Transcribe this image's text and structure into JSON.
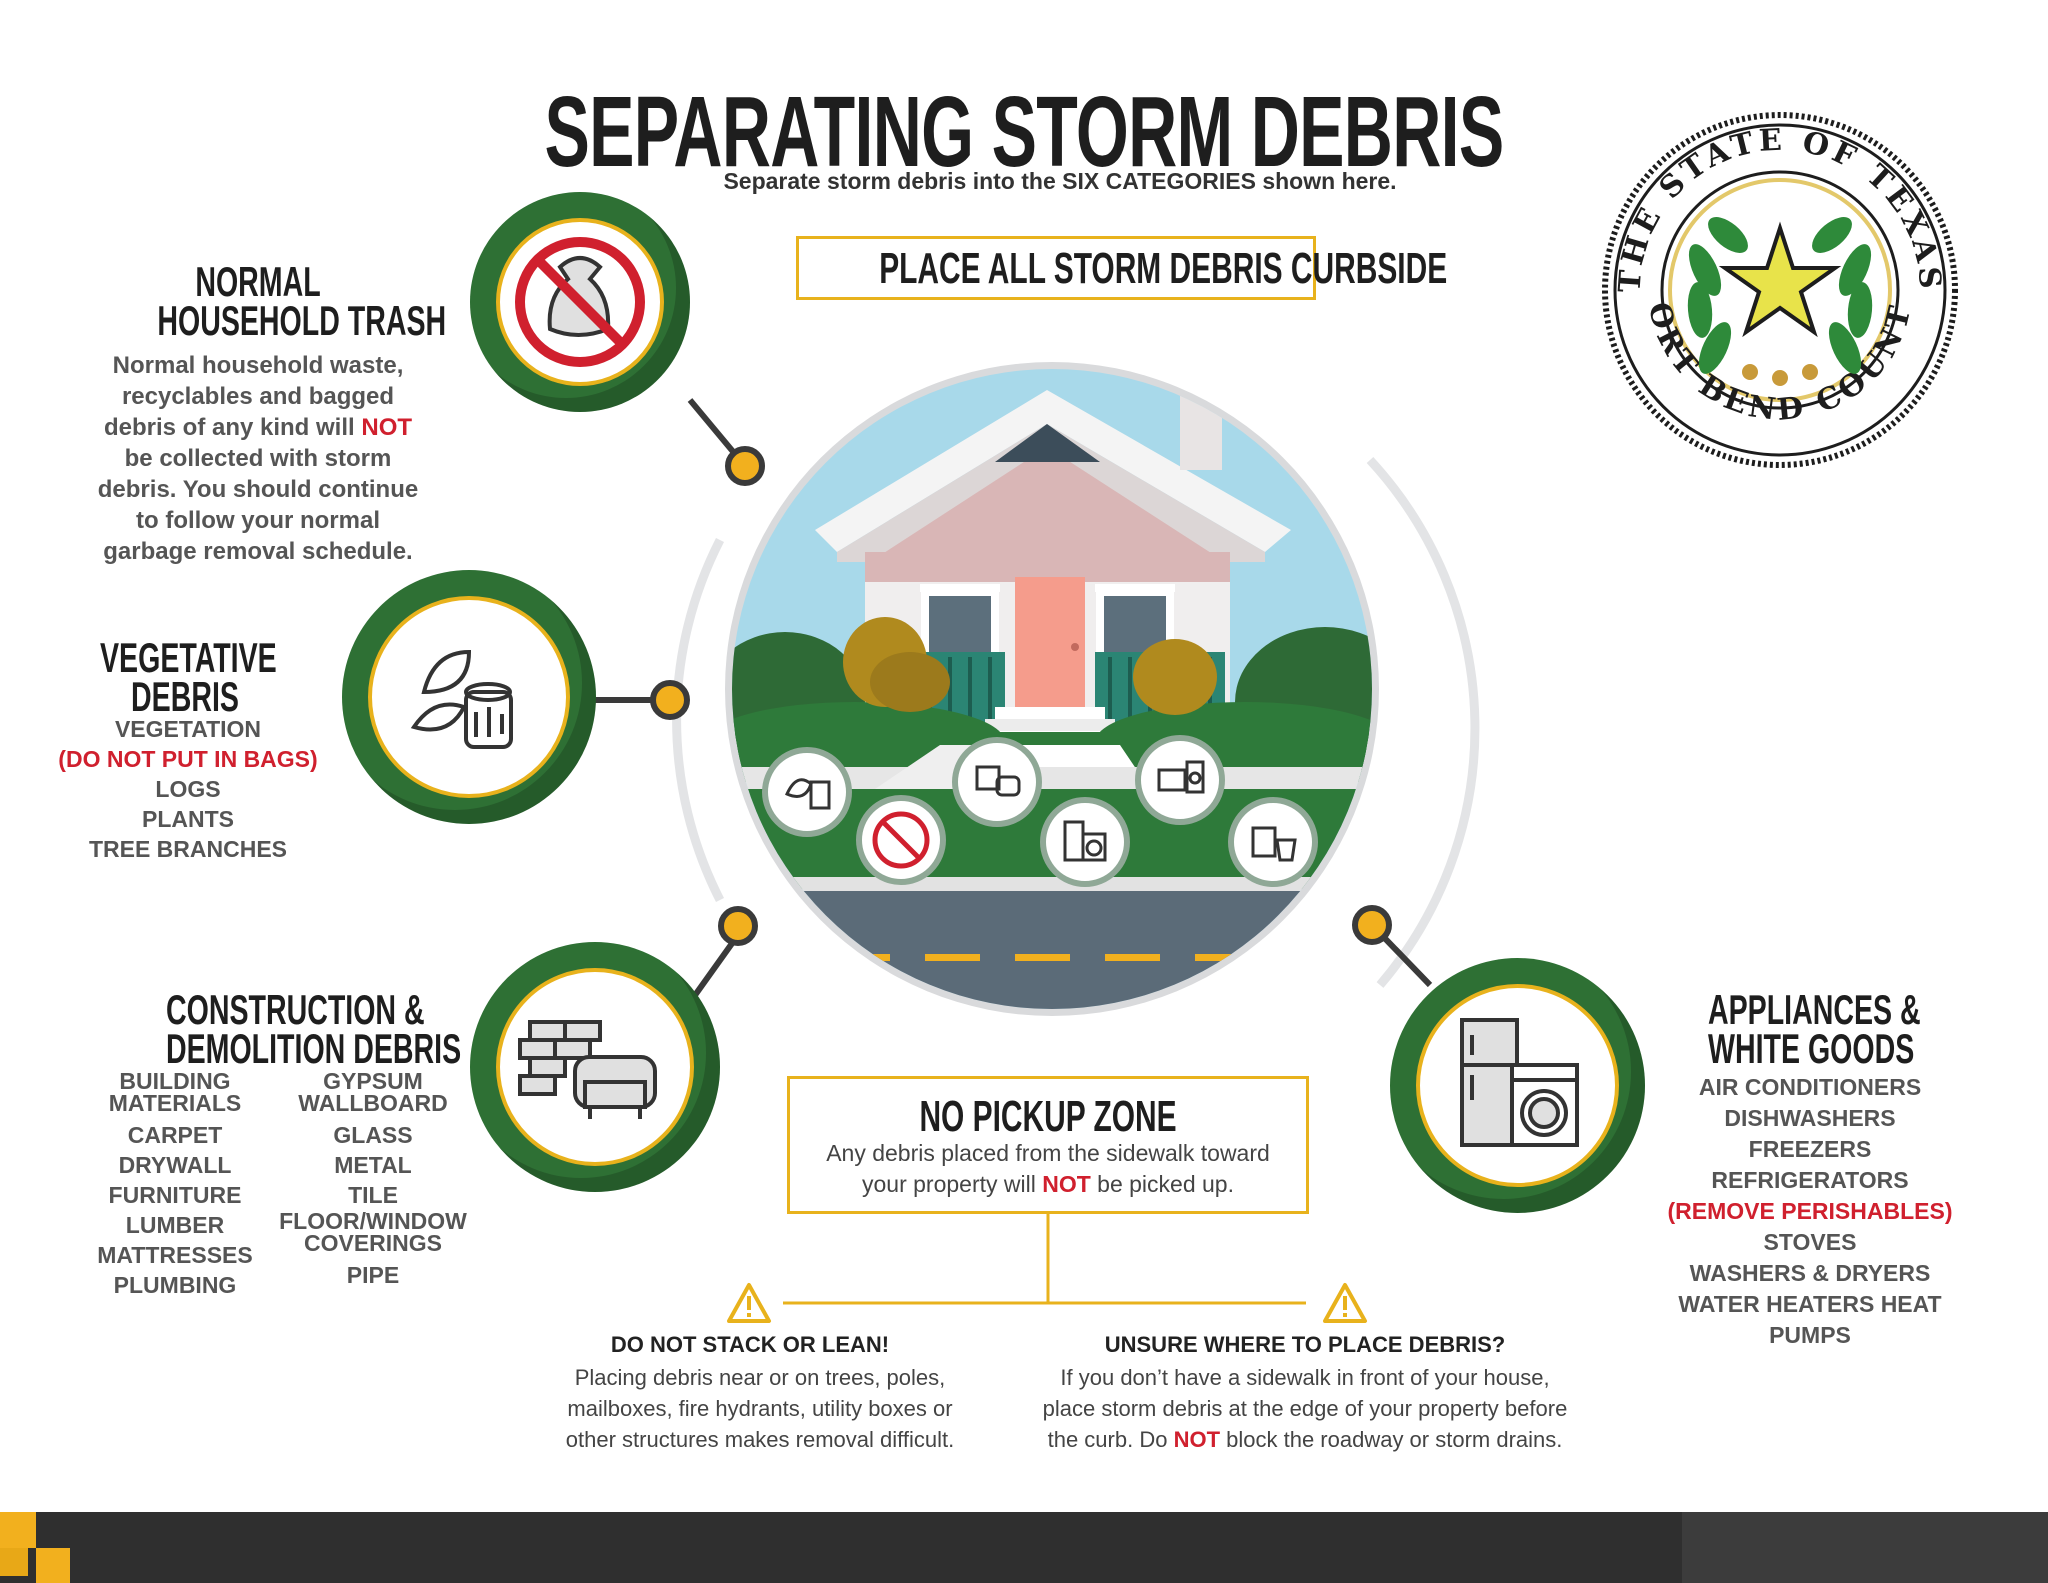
{
  "header": {
    "title": "SEPARATING STORM DEBRIS",
    "subtitle": "Separate storm debris into the SIX CATEGORIES shown here.",
    "curbside": "PLACE ALL STORM DEBRIS CURBSIDE"
  },
  "seal": {
    "text_top": "THE STATE OF TEXAS",
    "text_bottom": "FORT BEND COUNTY"
  },
  "categories": {
    "household": {
      "title_1": "NORMAL",
      "title_2": "HOUSEHOLD TRASH",
      "body_1": "Normal household waste,",
      "body_2": "recyclables and bagged",
      "body_3a": "debris of any kind will ",
      "body_3b": "NOT",
      "body_4": "be collected with storm",
      "body_5": "debris. You should continue",
      "body_6": "to follow your normal",
      "body_7": "garbage removal schedule.",
      "icon": "no-trash-bag-icon"
    },
    "vegetative": {
      "title_1": "VEGETATIVE",
      "title_2": "DEBRIS",
      "items": [
        "VEGETATION",
        "(DO NOT PUT IN BAGS)",
        "LOGS",
        "PLANTS",
        "TREE BRANCHES"
      ],
      "icon": "leaves-log-icon"
    },
    "construction": {
      "title_1": "CONSTRUCTION &",
      "title_2": "DEMOLITION DEBRIS",
      "col1": [
        "BUILDING",
        "MATERIALS",
        "CARPET",
        "DRYWALL",
        "FURNITURE",
        "LUMBER",
        "MATTRESSES",
        "PLUMBING"
      ],
      "col2": [
        "GYPSUM",
        "WALLBOARD",
        "GLASS",
        "METAL",
        "TILE",
        "FLOOR/WINDOW",
        "COVERINGS",
        "PIPE"
      ],
      "icon": "bricks-couch-icon"
    },
    "appliances": {
      "title_1": "APPLIANCES &",
      "title_2": "WHITE GOODS",
      "items": [
        "AIR CONDITIONERS",
        "DISHWASHERS",
        "FREEZERS",
        "REFRIGERATORS",
        "(REMOVE PERISHABLES)",
        "STOVES",
        "WASHERS & DRYERS",
        "WATER HEATERS HEAT",
        "PUMPS"
      ],
      "icon": "fridge-washer-icon"
    }
  },
  "no_pickup": {
    "title": "NO PICKUP ZONE",
    "line1": "Any debris placed from the sidewalk toward",
    "line2a": "your property will ",
    "line2b": "NOT",
    "line2c": " be picked up."
  },
  "warnings": {
    "stack": {
      "title": "DO NOT STACK OR LEAN!",
      "l1": "Placing debris near or on trees, poles,",
      "l2": "mailboxes, fire hydrants, utility boxes or",
      "l3": "other structures makes removal difficult."
    },
    "unsure": {
      "title": "UNSURE WHERE TO PLACE DEBRIS?",
      "l1": "If you don’t have a sidewalk in front of your house,",
      "l2": "place storm debris at the edge of your property before",
      "l3a": "the curb. Do ",
      "l3b": "NOT",
      "l3c": " block the roadway or storm drains."
    }
  },
  "colors": {
    "green": "#2e7034",
    "gold": "#e8b21c",
    "red": "#d0202e",
    "dark": "#2f2f2f"
  }
}
